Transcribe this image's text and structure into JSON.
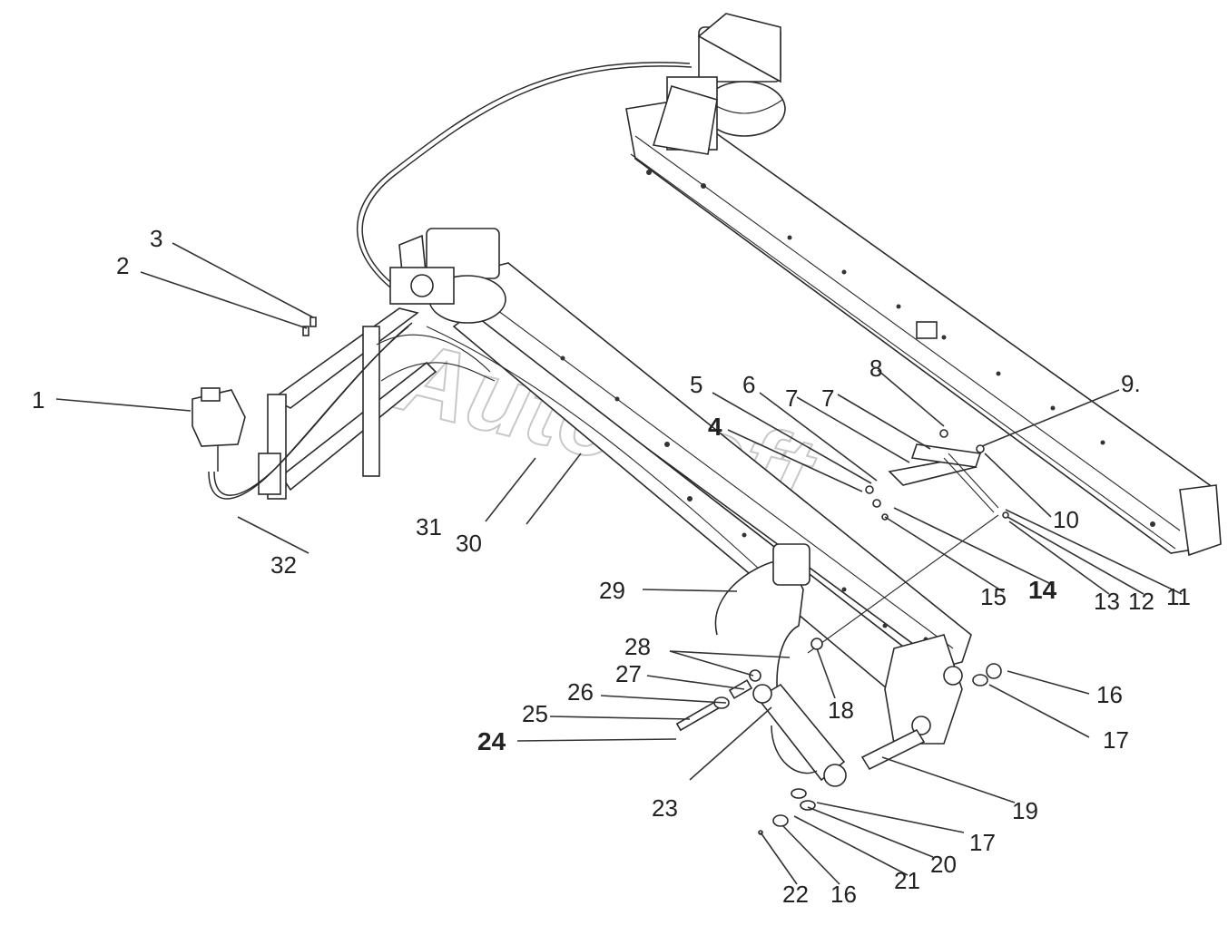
{
  "watermark": "AutoSoft",
  "callouts": [
    {
      "id": "1",
      "text": "1"
    },
    {
      "id": "2",
      "text": "2"
    },
    {
      "id": "3",
      "text": "3"
    },
    {
      "id": "4",
      "text": "4"
    },
    {
      "id": "5",
      "text": "5"
    },
    {
      "id": "6",
      "text": "6"
    },
    {
      "id": "7a",
      "text": "7"
    },
    {
      "id": "7b",
      "text": "7"
    },
    {
      "id": "8",
      "text": "8"
    },
    {
      "id": "9",
      "text": "9."
    },
    {
      "id": "10",
      "text": "10"
    },
    {
      "id": "11",
      "text": "11"
    },
    {
      "id": "12",
      "text": "12"
    },
    {
      "id": "13",
      "text": "13"
    },
    {
      "id": "14",
      "text": "14"
    },
    {
      "id": "15",
      "text": "15"
    },
    {
      "id": "16a",
      "text": "16"
    },
    {
      "id": "16b",
      "text": "16"
    },
    {
      "id": "17a",
      "text": "17"
    },
    {
      "id": "17b",
      "text": "17"
    },
    {
      "id": "18",
      "text": "18"
    },
    {
      "id": "19",
      "text": "19"
    },
    {
      "id": "20",
      "text": "20"
    },
    {
      "id": "21",
      "text": "21"
    },
    {
      "id": "22",
      "text": "22"
    },
    {
      "id": "23",
      "text": "23"
    },
    {
      "id": "24",
      "text": "24"
    },
    {
      "id": "25",
      "text": "25"
    },
    {
      "id": "26",
      "text": "26"
    },
    {
      "id": "27",
      "text": "27"
    },
    {
      "id": "28",
      "text": "28"
    },
    {
      "id": "29",
      "text": "29"
    },
    {
      "id": "30",
      "text": "30"
    },
    {
      "id": "31",
      "text": "31"
    },
    {
      "id": "32",
      "text": "32"
    }
  ]
}
